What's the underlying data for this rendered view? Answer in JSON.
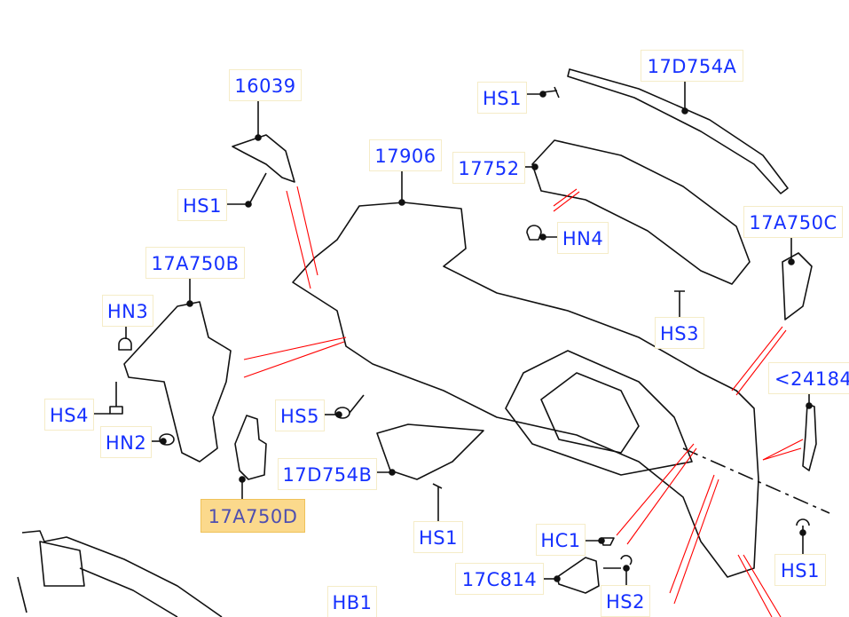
{
  "diagram": {
    "callouts": [
      {
        "id": "16039",
        "label": "16039"
      },
      {
        "id": "17D754A",
        "label": "17D754A"
      },
      {
        "id": "HS1-top",
        "label": "HS1"
      },
      {
        "id": "17906",
        "label": "17906"
      },
      {
        "id": "17752",
        "label": "17752"
      },
      {
        "id": "HN4",
        "label": "HN4"
      },
      {
        "id": "17A750C",
        "label": "17A750C"
      },
      {
        "id": "HS1-left",
        "label": "HS1"
      },
      {
        "id": "17A750B",
        "label": "17A750B"
      },
      {
        "id": "HN3",
        "label": "HN3"
      },
      {
        "id": "HS3",
        "label": "HS3"
      },
      {
        "id": "24184",
        "label": "<24184"
      },
      {
        "id": "HS4",
        "label": "HS4"
      },
      {
        "id": "HS5",
        "label": "HS5"
      },
      {
        "id": "HN2",
        "label": "HN2"
      },
      {
        "id": "17D754B",
        "label": "17D754B"
      },
      {
        "id": "17A750D",
        "label": "17A750D",
        "highlighted": true
      },
      {
        "id": "HS1-bottom",
        "label": "HS1"
      },
      {
        "id": "HC1",
        "label": "HC1"
      },
      {
        "id": "HS1-right",
        "label": "HS1"
      },
      {
        "id": "17C814",
        "label": "17C814"
      },
      {
        "id": "HS2",
        "label": "HS2"
      },
      {
        "id": "HB1",
        "label": "HB1"
      }
    ],
    "colors": {
      "label_text": "#1530ff",
      "highlight_fill": "#fbd98c",
      "leader_line": "#ff0000",
      "part_outline": "#111111"
    }
  }
}
